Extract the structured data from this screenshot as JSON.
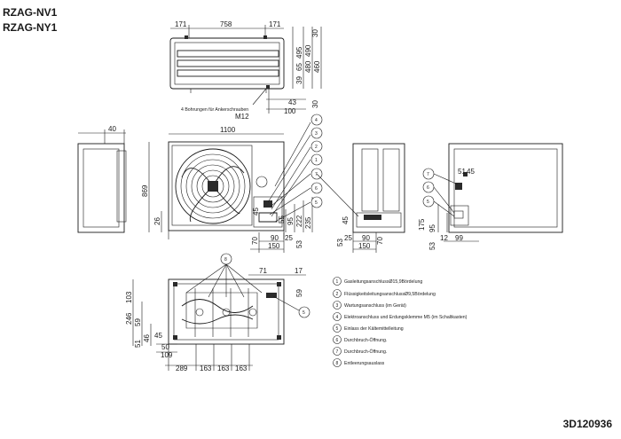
{
  "models": [
    "RZAG-NV1",
    "RZAG-NY1"
  ],
  "document_number": "3D120936",
  "top_view": {
    "dims_top": [
      "171",
      "758",
      "171"
    ],
    "dims_right": [
      "30",
      "30",
      "65",
      "39",
      "495",
      "480",
      "490",
      "460"
    ],
    "dims_below": [
      "43",
      "100",
      "30"
    ],
    "hole_note": "4 Bohrungen für Ankerschrauben",
    "bolt": "M12"
  },
  "left_side": {
    "dim": "40"
  },
  "front_view": {
    "width": "1100",
    "height": "869",
    "left_small": "26",
    "dims_right": [
      "45",
      "55",
      "95",
      "222",
      "235"
    ],
    "dims_bottom": [
      "70",
      "90",
      "150",
      "25",
      "53"
    ],
    "callouts": [
      "4",
      "3",
      "2",
      "1",
      "7",
      "6",
      "5"
    ]
  },
  "right_view": {
    "dims_bottom": [
      "53",
      "25",
      "90",
      "150",
      "45",
      "70"
    ],
    "callouts": [
      "7"
    ]
  },
  "back_view": {
    "dims": [
      "51",
      "45",
      "175",
      "95",
      "53",
      "12",
      "99"
    ],
    "callouts": [
      "7",
      "6",
      "5"
    ]
  },
  "bottom_view": {
    "dims_top": [
      "71",
      "17",
      "59"
    ],
    "dims_left": [
      "103",
      "246",
      "59",
      "51",
      "46",
      "45",
      "50",
      "109"
    ],
    "dims_bottom": [
      "289",
      "163",
      "163",
      "163"
    ],
    "callouts": [
      "8",
      "5"
    ]
  },
  "legend": [
    {
      "num": "1",
      "text": "GasleitungsanschlussØ15,9Bördelung"
    },
    {
      "num": "2",
      "text": "FlüssigkeitsleitungsanschlussØ9,5Bördelung"
    },
    {
      "num": "3",
      "text": "Wartungsanschluss (im Gerät)"
    },
    {
      "num": "4",
      "text": "Elektroanschluss und Erdungsklemme M5 (im Schaltkasten)"
    },
    {
      "num": "5",
      "text": "Einlass der Kältemittelleitung"
    },
    {
      "num": "6",
      "text": "Durchbruch-Öffnung."
    },
    {
      "num": "7",
      "text": "Durchbruch-Öffnung."
    },
    {
      "num": "8",
      "text": "Entleerungsauslass"
    }
  ]
}
